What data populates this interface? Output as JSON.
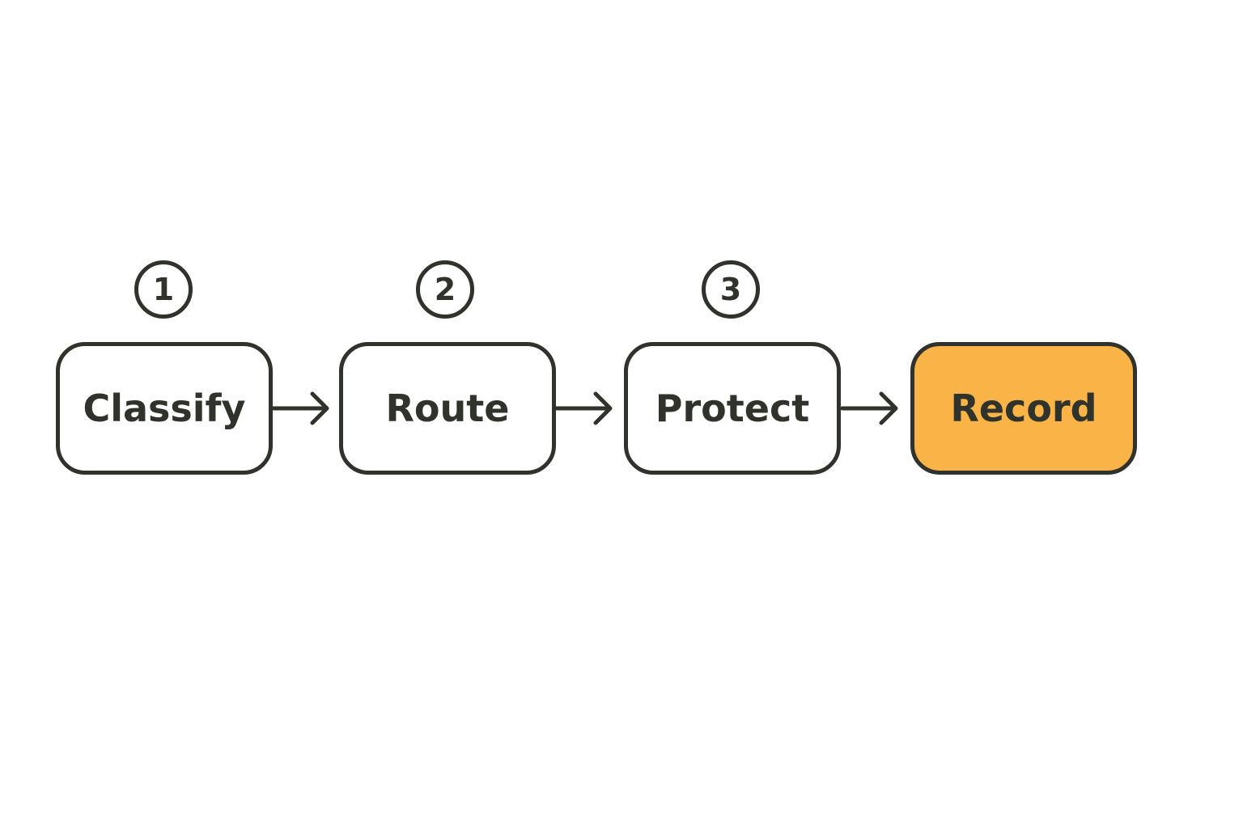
{
  "steps": [
    {
      "number": "1",
      "label": "Classify",
      "fill": "#ffffff"
    },
    {
      "number": "2",
      "label": "Route",
      "fill": "#ffffff"
    },
    {
      "number": "3",
      "label": "Protect",
      "fill": "#ffffff"
    },
    {
      "label": "Record",
      "fill": "#f9b347"
    }
  ],
  "colors": {
    "stroke": "#2f332b",
    "highlight": "#f9b347",
    "background": "#ffffff"
  },
  "icons": {
    "connector": "arrow-right-icon"
  }
}
